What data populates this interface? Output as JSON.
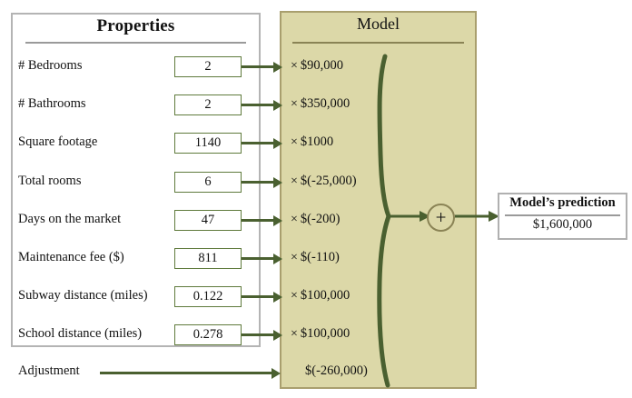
{
  "panels": {
    "properties": {
      "title": "Properties"
    },
    "model": {
      "title": "Model"
    }
  },
  "rows": [
    {
      "label": "# Bedrooms",
      "value": "2",
      "term": "$90,000",
      "operator": "×"
    },
    {
      "label": "# Bathrooms",
      "value": "2",
      "term": "$350,000",
      "operator": "×"
    },
    {
      "label": "Square footage",
      "value": "1140",
      "term": "$1000",
      "operator": "×"
    },
    {
      "label": "Total rooms",
      "value": "6",
      "term": "$(-25,000)",
      "operator": "×"
    },
    {
      "label": "Days on the market",
      "value": "47",
      "term": "$(-200)",
      "operator": "×"
    },
    {
      "label": "Maintenance fee ($)",
      "value": "811",
      "term": "$(-110)",
      "operator": "×"
    },
    {
      "label": "Subway distance (miles)",
      "value": "0.122",
      "term": "$100,000",
      "operator": "×"
    },
    {
      "label": "School distance (miles)",
      "value": "0.278",
      "term": "$100,000",
      "operator": "×"
    }
  ],
  "adjustment": {
    "label": "Adjustment",
    "term": "$(-260,000)"
  },
  "summation": {
    "symbol": "+"
  },
  "prediction": {
    "title": "Model’s prediction",
    "value": "$1,600,000"
  },
  "colors": {
    "model_background": "#dcd8a8",
    "model_border": "#a99f6e",
    "arrow_green": "#4a6030",
    "value_box_border": "#5f7a3c",
    "panel_border": "#b4b4b4"
  }
}
